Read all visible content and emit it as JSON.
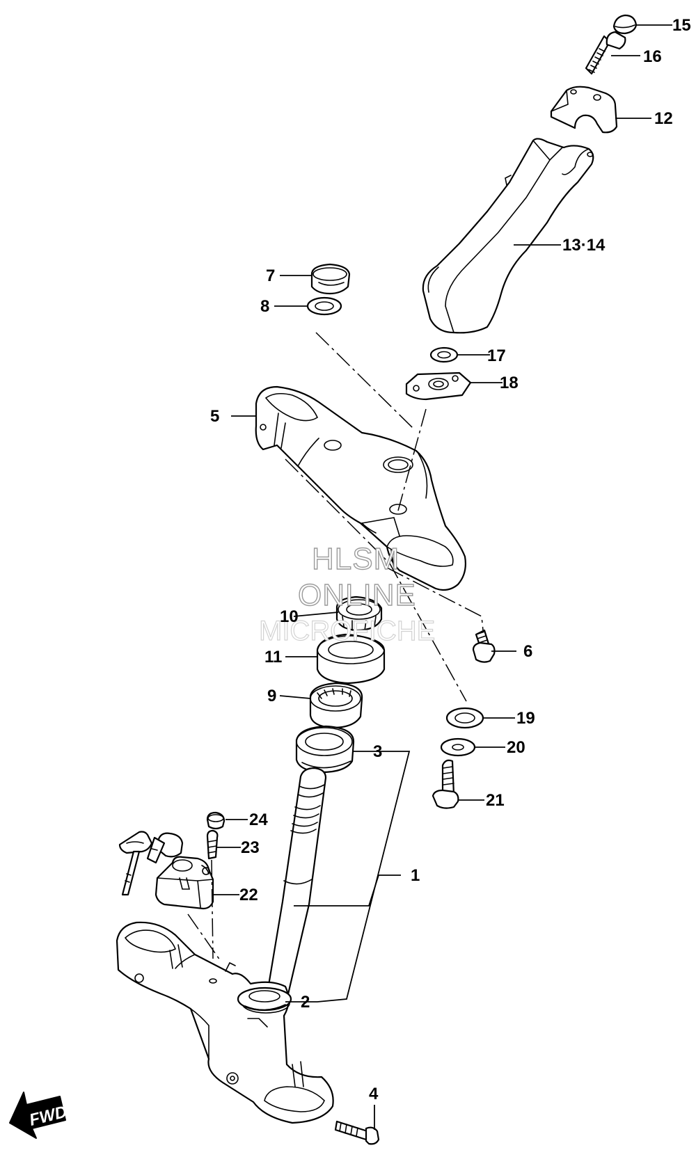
{
  "labels": {
    "l1": "1",
    "l2": "2",
    "l3": "3",
    "l4": "4",
    "l5": "5",
    "l6": "6",
    "l7": "7",
    "l8": "8",
    "l9": "9",
    "l10": "10",
    "l11": "11",
    "l12": "12",
    "l13_14": "13·14",
    "l15": "15",
    "l16": "16",
    "l17": "17",
    "l18": "18",
    "l19": "19",
    "l20": "20",
    "l21": "21",
    "l22": "22",
    "l23": "23",
    "l24": "24"
  },
  "watermark": {
    "line1": "HLSM",
    "line2": "ONLINE",
    "line3": "MICROFICHE"
  },
  "fwd": "FWD"
}
